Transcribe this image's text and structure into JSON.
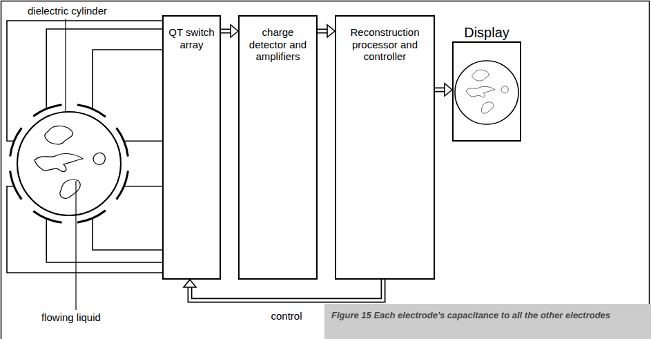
{
  "diagram": {
    "caption": "Figure 15  Each electrode's capacitance to all the other electrodes",
    "nodes": [
      {
        "text": [
          "QT switch array"
        ]
      },
      {
        "text": [
          "charge detector and amplifiers"
        ]
      },
      {
        "text": [
          "Reconstruction processor and controller"
        ]
      },
      {
        "text": [
          "Display"
        ]
      }
    ],
    "edges": [
      {
        "from": 0,
        "to": 1,
        "arrow": "to"
      },
      {
        "from": 1,
        "to": 2,
        "arrow": "to"
      },
      {
        "from": 2,
        "to": 3,
        "arrow": "to"
      },
      {
        "from": 2,
        "to": 0,
        "label": "control",
        "arrow": "to"
      }
    ],
    "labels": [
      "dielectric cylinder",
      "flowing liquid"
    ]
  }
}
